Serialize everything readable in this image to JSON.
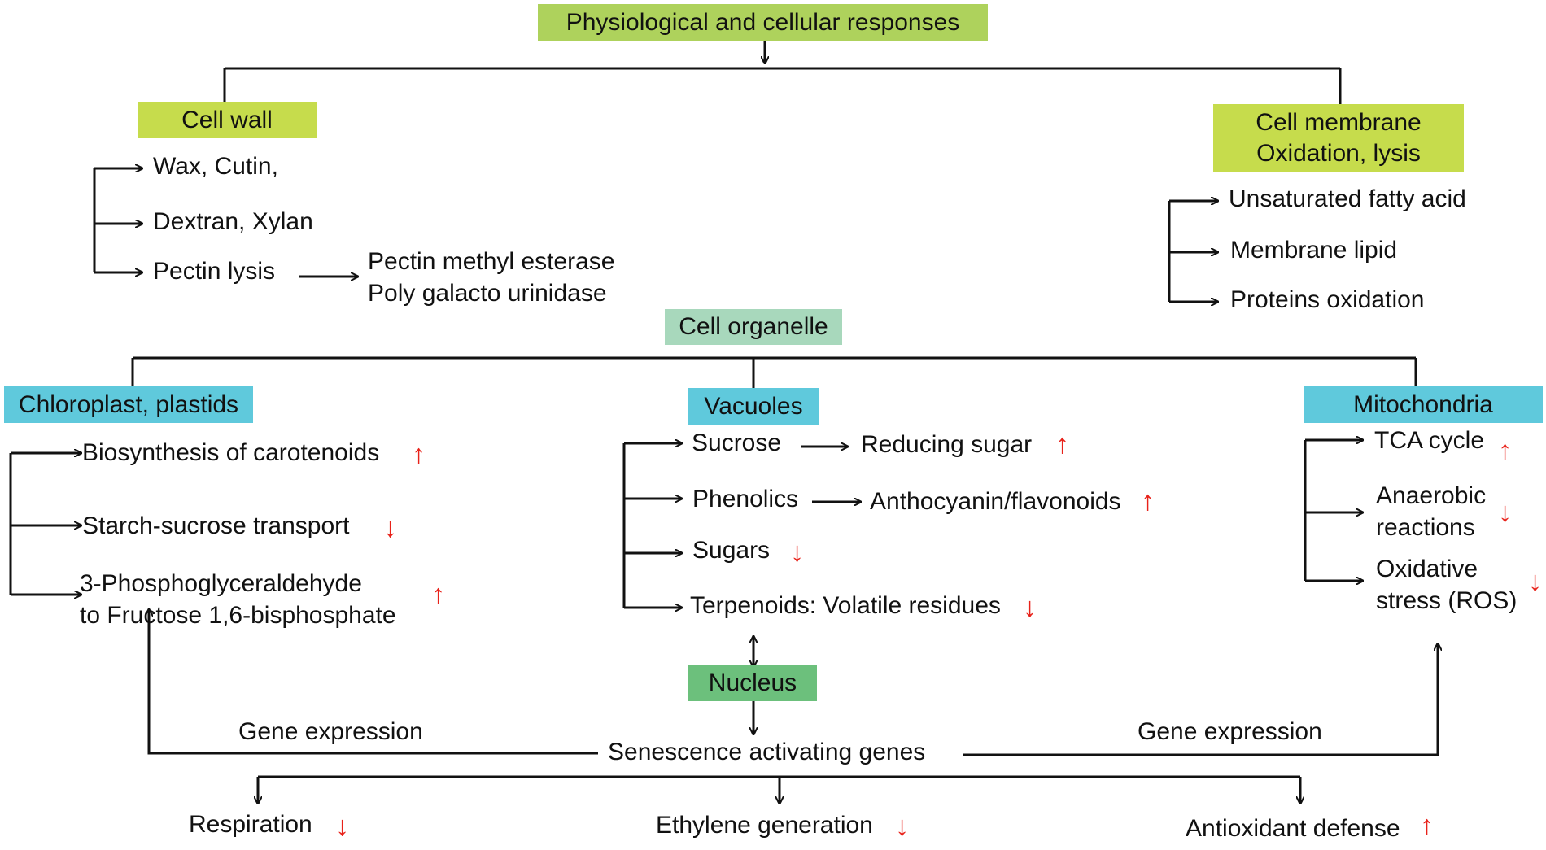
{
  "colors": {
    "green_box": "#aed25c",
    "lime_box": "#c6dc4c",
    "mint_box": "#a8d8bc",
    "cyan_box": "#5fc9dc",
    "nucleus_box": "#6cc07c",
    "line": "#111111",
    "indicator": "#e8221a"
  },
  "icons": {
    "up": "↑",
    "down": "↓"
  },
  "root": {
    "title": "Physiological and cellular responses"
  },
  "cell_wall": {
    "title": "Cell wall",
    "items": [
      "Wax, Cutin,",
      "Dextran, Xylan",
      "Pectin lysis"
    ],
    "pectin_products": [
      "Pectin methyl esterase",
      "Poly galacto urinidase"
    ]
  },
  "cell_membrane": {
    "title_lines": [
      "Cell membrane",
      "Oxidation, lysis"
    ],
    "items": [
      "Unsaturated fatty acid",
      "Membrane lipid",
      "Proteins oxidation"
    ]
  },
  "organelle": {
    "title": "Cell organelle"
  },
  "chloroplast": {
    "title": "Chloroplast, plastids",
    "items": [
      {
        "lines": [
          "Biosynthesis of carotenoids"
        ],
        "trend": "up"
      },
      {
        "lines": [
          "Starch-sucrose transport"
        ],
        "trend": "down"
      },
      {
        "lines": [
          "3-Phosphoglyceraldehyde",
          "to Fructose 1,6-bisphosphate"
        ],
        "trend": "up"
      }
    ]
  },
  "vacuoles": {
    "title": "Vacuoles",
    "items": [
      {
        "label": "Sucrose",
        "result": "Reducing sugar",
        "trend": "up"
      },
      {
        "label": "Phenolics",
        "result": "Anthocyanin/flavonoids",
        "trend": "up"
      },
      {
        "label": "Sugars",
        "trend": "down"
      },
      {
        "label": "Terpenoids: Volatile residues",
        "trend": "down"
      }
    ]
  },
  "mitochondria": {
    "title": "Mitochondria",
    "items": [
      {
        "lines": [
          "TCA cycle"
        ],
        "trend": "up"
      },
      {
        "lines": [
          "Anaerobic",
          "reactions"
        ],
        "trend": "down"
      },
      {
        "lines": [
          "Oxidative",
          "stress (ROS)"
        ],
        "trend": "down"
      }
    ]
  },
  "nucleus": {
    "title": "Nucleus"
  },
  "senescence": {
    "title": "Senescence activating genes",
    "gene_expression_left": "Gene expression",
    "gene_expression_right": "Gene expression"
  },
  "outcomes": [
    {
      "label": "Respiration",
      "trend": "down"
    },
    {
      "label": "Ethylene generation",
      "trend": "down"
    },
    {
      "label": "Antioxidant defense",
      "trend": "up"
    }
  ]
}
